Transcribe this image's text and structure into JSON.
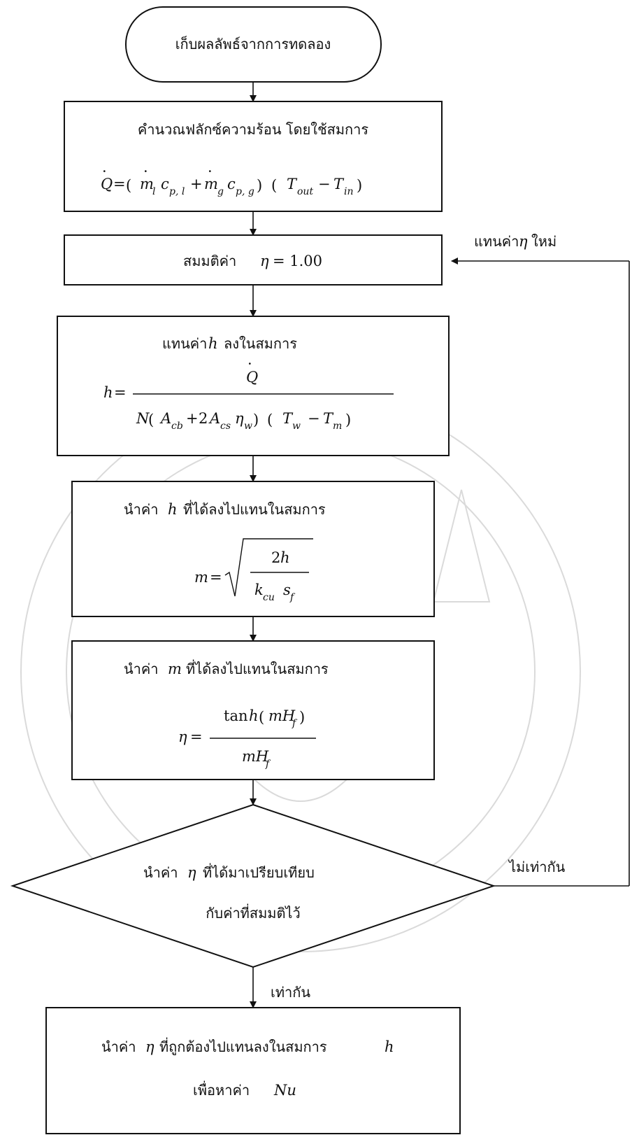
{
  "start": {
    "label": "เก็บผลลัพธ์จากการทดลอง"
  },
  "step1": {
    "label": "คำนวณฟลักซ์ความร้อน โดยใช้สมการ"
  },
  "step2": {
    "label": "สมมติค่า",
    "eta_symbol": "η",
    "value": "= 1.00"
  },
  "step3": {
    "label_prefix": "แทนค่า",
    "label_var": "h",
    "label_suffix": "ลงในสมการ"
  },
  "step4": {
    "label_prefix": "นำค่า",
    "label_var": "h",
    "label_suffix": "ที่ได้ลงไปแทนในสมการ"
  },
  "step5": {
    "label_prefix": "นำค่า",
    "label_var": "m",
    "label_suffix": "ที่ได้ลงไปแทนในสมการ"
  },
  "decision": {
    "line1_prefix": "นำค่า",
    "line1_var": "η",
    "line1_suffix": "ที่ได้มาเปรียบเทียบ",
    "line2": "กับค่าที่สมมติไว้",
    "no_label": "ไม่เท่ากัน",
    "yes_label": "เท่ากัน"
  },
  "loop_label": {
    "prefix": "แทนค่า",
    "var": "η",
    "suffix": "ใหม่"
  },
  "final": {
    "line1_prefix": "นำค่า",
    "line1_var": "η",
    "line1_mid": "ที่ถูกต้องไปแทนลงในสมการ",
    "line1_var2": "h",
    "line2_prefix": "เพื่อหาค่า",
    "line2_var": "Nu"
  }
}
